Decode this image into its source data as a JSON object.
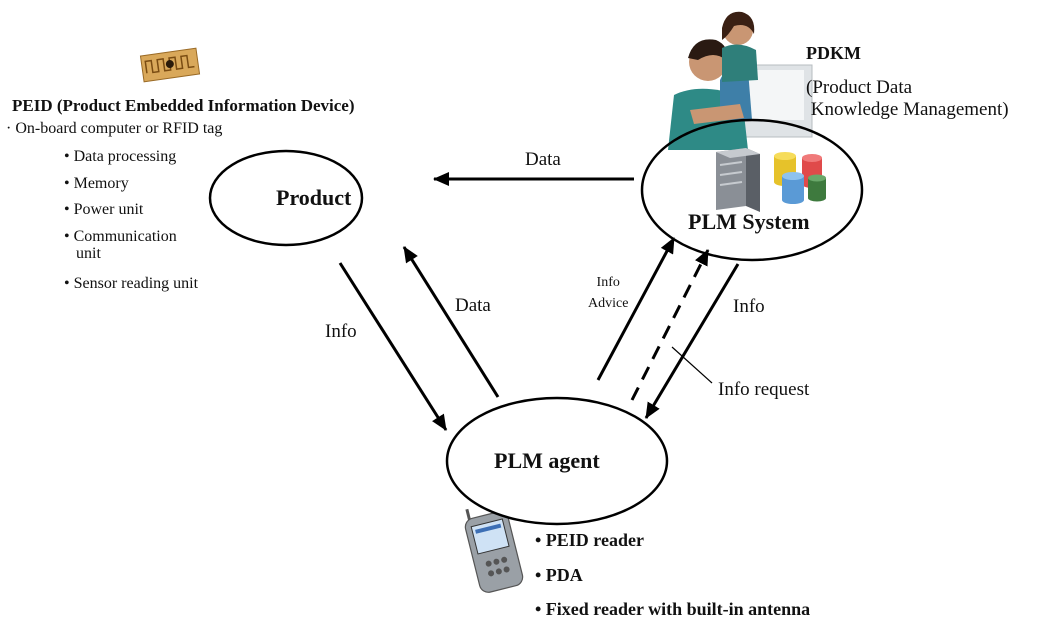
{
  "peid": {
    "title": "PEID (Product Embedded Information Device)",
    "subtitle": "· On-board computer or RFID tag",
    "features": [
      "• Data processing",
      "• Memory",
      "• Power unit",
      "• Communication\n   unit",
      "• Sensor reading unit"
    ]
  },
  "nodes": {
    "product": "Product",
    "plm_system": "PLM System",
    "plm_agent": "PLM agent"
  },
  "pdkm": {
    "title": "PDKM",
    "subtitle": "(Product Data\n Knowledge Management)"
  },
  "edges": {
    "system_to_product": "Data",
    "agent_to_product": "Data",
    "product_to_agent": "Info",
    "agent_to_system": "Info\nAdvice",
    "system_to_agent": "Info",
    "request": "Info request"
  },
  "readers": [
    "• PEID reader",
    "• PDA",
    "• Fixed reader with built-in antenna"
  ],
  "icons": [
    "rfid-tag-icon",
    "people-at-computer-icon",
    "server-database-icon",
    "pda-icon"
  ]
}
